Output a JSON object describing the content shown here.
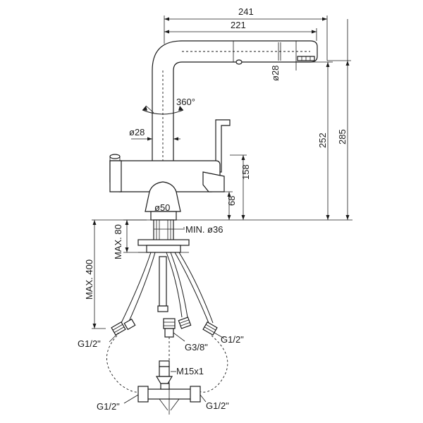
{
  "dimensions": {
    "overall_width": "241",
    "spout_reach": "221",
    "spout_diameter": "ø28",
    "rotation": "360°",
    "column_diameter": "ø28",
    "body_height": "158",
    "base_height": "68",
    "overall_height": "285",
    "spout_height": "252",
    "base_diameter": "ø50",
    "max_deck_thickness": "MAX. 80",
    "min_hole": "MIN. ø36",
    "max_hose_length": "MAX. 400"
  },
  "connections": {
    "left_hose": "G1/2\"",
    "right_hose": "G1/2\"",
    "center_hose": "G3/8\"",
    "tee_thread": "M15x1",
    "tee_left": "G1/2\"",
    "tee_right": "G1/2\""
  }
}
